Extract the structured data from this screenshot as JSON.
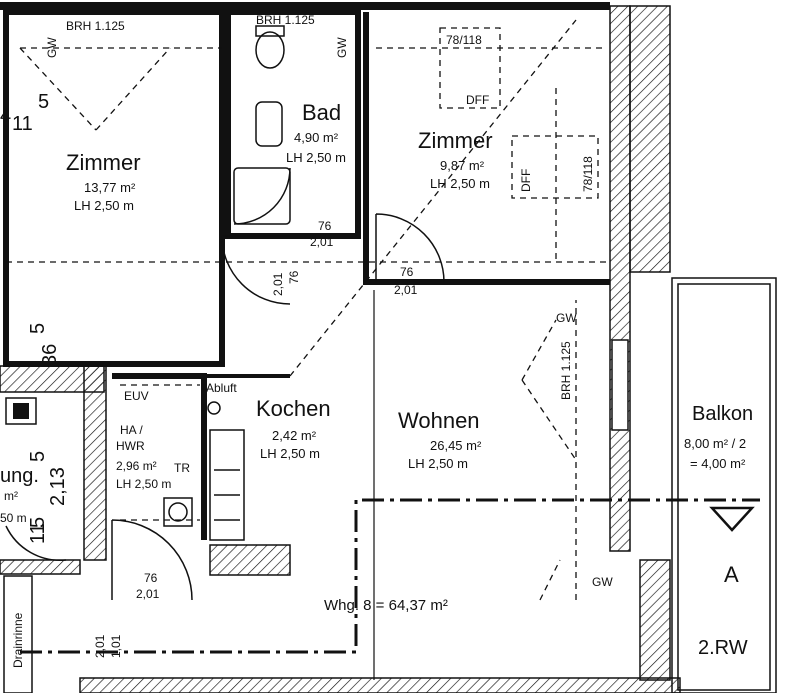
{
  "rooms": {
    "zimmer_left": {
      "name": "Zimmer",
      "area": "13,77 m²",
      "lh": "LH 2,50 m"
    },
    "bad": {
      "name": "Bad",
      "area": "4,90 m²",
      "lh": "LH 2,50 m"
    },
    "zimmer_right": {
      "name": "Zimmer",
      "area": "9,87 m²",
      "lh": "LH 2,50 m"
    },
    "kochen": {
      "name": "Kochen",
      "area": "2,42 m²",
      "lh": "LH 2,50 m"
    },
    "wohnen": {
      "name": "Wohnen",
      "area": "26,45 m²",
      "lh": "LH 2,50 m"
    },
    "hwr": {
      "name1": "HA /",
      "name2": "HWR",
      "area": "2,96 m²",
      "lh": "LH 2,50 m"
    },
    "balkon": {
      "name": "Balkon",
      "area": "8,00 m² / 2",
      "area2": "= 4,00 m²"
    },
    "partial_left": {
      "name": "ung.",
      "area": "m²",
      "lh": "50 m"
    }
  },
  "labels": {
    "brh_1": "BRH 1.125",
    "brh_2": "BRH 1.125",
    "brh_vertical": "BRH 1.125",
    "gw": "GW",
    "gw_right": "GW",
    "gw_bottom": "GW",
    "euv": "EUV",
    "abluft": "Abluft",
    "tr": "TR",
    "dff": "DFF",
    "window_78_118": "78/118",
    "door_76": "76",
    "door_201": "2,01",
    "dim_11": "11",
    "dim_5": "5",
    "dim_4": "4",
    "dim_36": "36",
    "dim_213": "2,13",
    "dim_101": "1,01",
    "drainrinne": "Drainrinne",
    "total": "Whg. 8 = 64,37 m²",
    "section": "A",
    "rw": "2.RW"
  }
}
